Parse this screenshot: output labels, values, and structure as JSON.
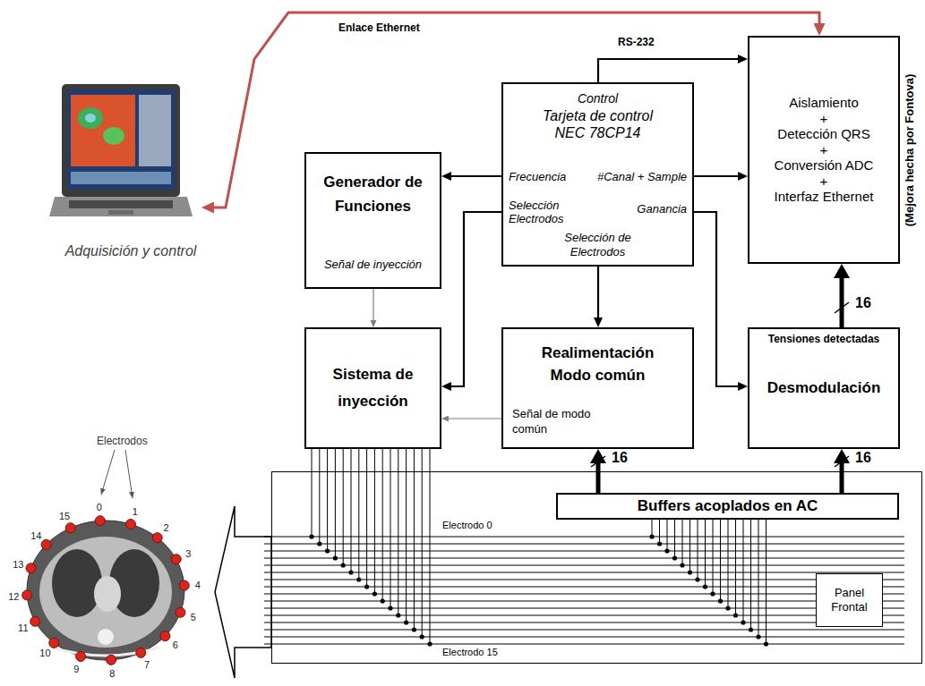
{
  "diagram": {
    "nodes": [
      {
        "text": [
          "Adquisición y control"
        ]
      },
      {
        "text": [
          "Control",
          "Tarjeta de control NEC 78CP14",
          "Frecuencia",
          "#Canal + Sample",
          "Selección Electrodos",
          "Ganancia",
          "Selección de Electrodos"
        ]
      },
      {
        "text": [
          "Aislamiento",
          "+",
          "Detección QRS",
          "+",
          "Conversión ADC",
          "+",
          "Interfaz Ethernet",
          "(Mejora hecha por Fontova)"
        ]
      },
      {
        "text": [
          "Generador de Funciones",
          "Señal de inyección"
        ]
      },
      {
        "text": [
          "Sistema de inyección"
        ]
      },
      {
        "text": [
          "Realimentación Modo común",
          "Señal de modo común"
        ]
      },
      {
        "text": [
          "Tensiones detectadas",
          "Desmodulación"
        ]
      },
      {
        "text": [
          "Electrodo 0",
          "Electrodo 15"
        ]
      },
      {
        "text": [
          "Buffers acoplados en AC"
        ],
        "in": 7
      },
      {
        "text": [
          "Panel Frontal"
        ],
        "in": 7
      }
    ],
    "edges": [
      {
        "from": 0,
        "to": 2,
        "arrow": "both",
        "label": "Enlace Ethernet"
      },
      {
        "from": 1,
        "to": 2,
        "arrow": "to",
        "label": "RS-232"
      },
      {
        "from": 1,
        "to": 3,
        "arrow": "to"
      },
      {
        "from": 1,
        "to": 2,
        "arrow": "to"
      },
      {
        "from": 1,
        "to": 4,
        "arrow": "to"
      },
      {
        "from": 1,
        "to": 5,
        "arrow": "to"
      },
      {
        "from": 1,
        "to": 6,
        "arrow": "to"
      },
      {
        "from": 3,
        "to": 4,
        "arrow": "to"
      },
      {
        "from": 5,
        "to": 4,
        "arrow": "to"
      },
      {
        "from": 8,
        "to": 5,
        "arrow": "to",
        "label": "16"
      },
      {
        "from": 8,
        "to": 6,
        "arrow": "to",
        "label": "16"
      },
      {
        "from": 6,
        "to": 2,
        "arrow": "to",
        "label": "16"
      }
    ],
    "labels": [
      "Electrodos",
      "0",
      "1",
      "2",
      "3",
      "4",
      "5",
      "6",
      "7",
      "8",
      "9",
      "10",
      "11",
      "12",
      "13",
      "14",
      "15"
    ]
  }
}
